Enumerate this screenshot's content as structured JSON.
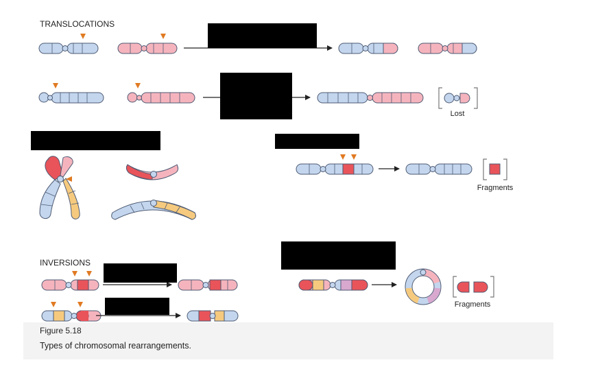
{
  "sections": {
    "translocations": "TRANSLOCATIONS",
    "inversions": "INVERSIONS"
  },
  "labels": {
    "lost": "Lost",
    "fragments_deletion": "Fragments",
    "fragments_ring": "Fragments"
  },
  "caption": {
    "figure": "Figure 5.18",
    "text": "Types of chromosomal rearrangements."
  },
  "colors": {
    "blue": "#c3d6ee",
    "pink": "#f5b4bd",
    "red": "#e8545a",
    "yellow": "#f6ca7e",
    "purple": "#d8a8cf",
    "arrowhead": "#e07a22",
    "outline": "#4d5a73",
    "redaction": "#000000"
  }
}
